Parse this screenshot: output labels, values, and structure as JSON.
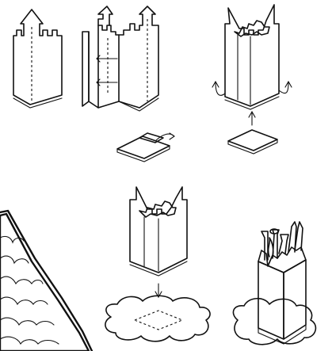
{
  "diagram": {
    "steps": [
      {
        "id": 1,
        "depiction": "flat-castle-template"
      },
      {
        "id": 2,
        "depiction": "folding-sides"
      },
      {
        "id": 3,
        "depiction": "tabs-folded-out"
      },
      {
        "id": 4,
        "depiction": "base-tab-folding"
      },
      {
        "id": 5,
        "depiction": "base-square"
      },
      {
        "id": 6,
        "depiction": "placement-on-cloud-base"
      },
      {
        "id": 7,
        "depiction": "finished-pencil-holder"
      }
    ],
    "colors": {
      "ink": "#111111",
      "paper": "#ffffff"
    }
  }
}
